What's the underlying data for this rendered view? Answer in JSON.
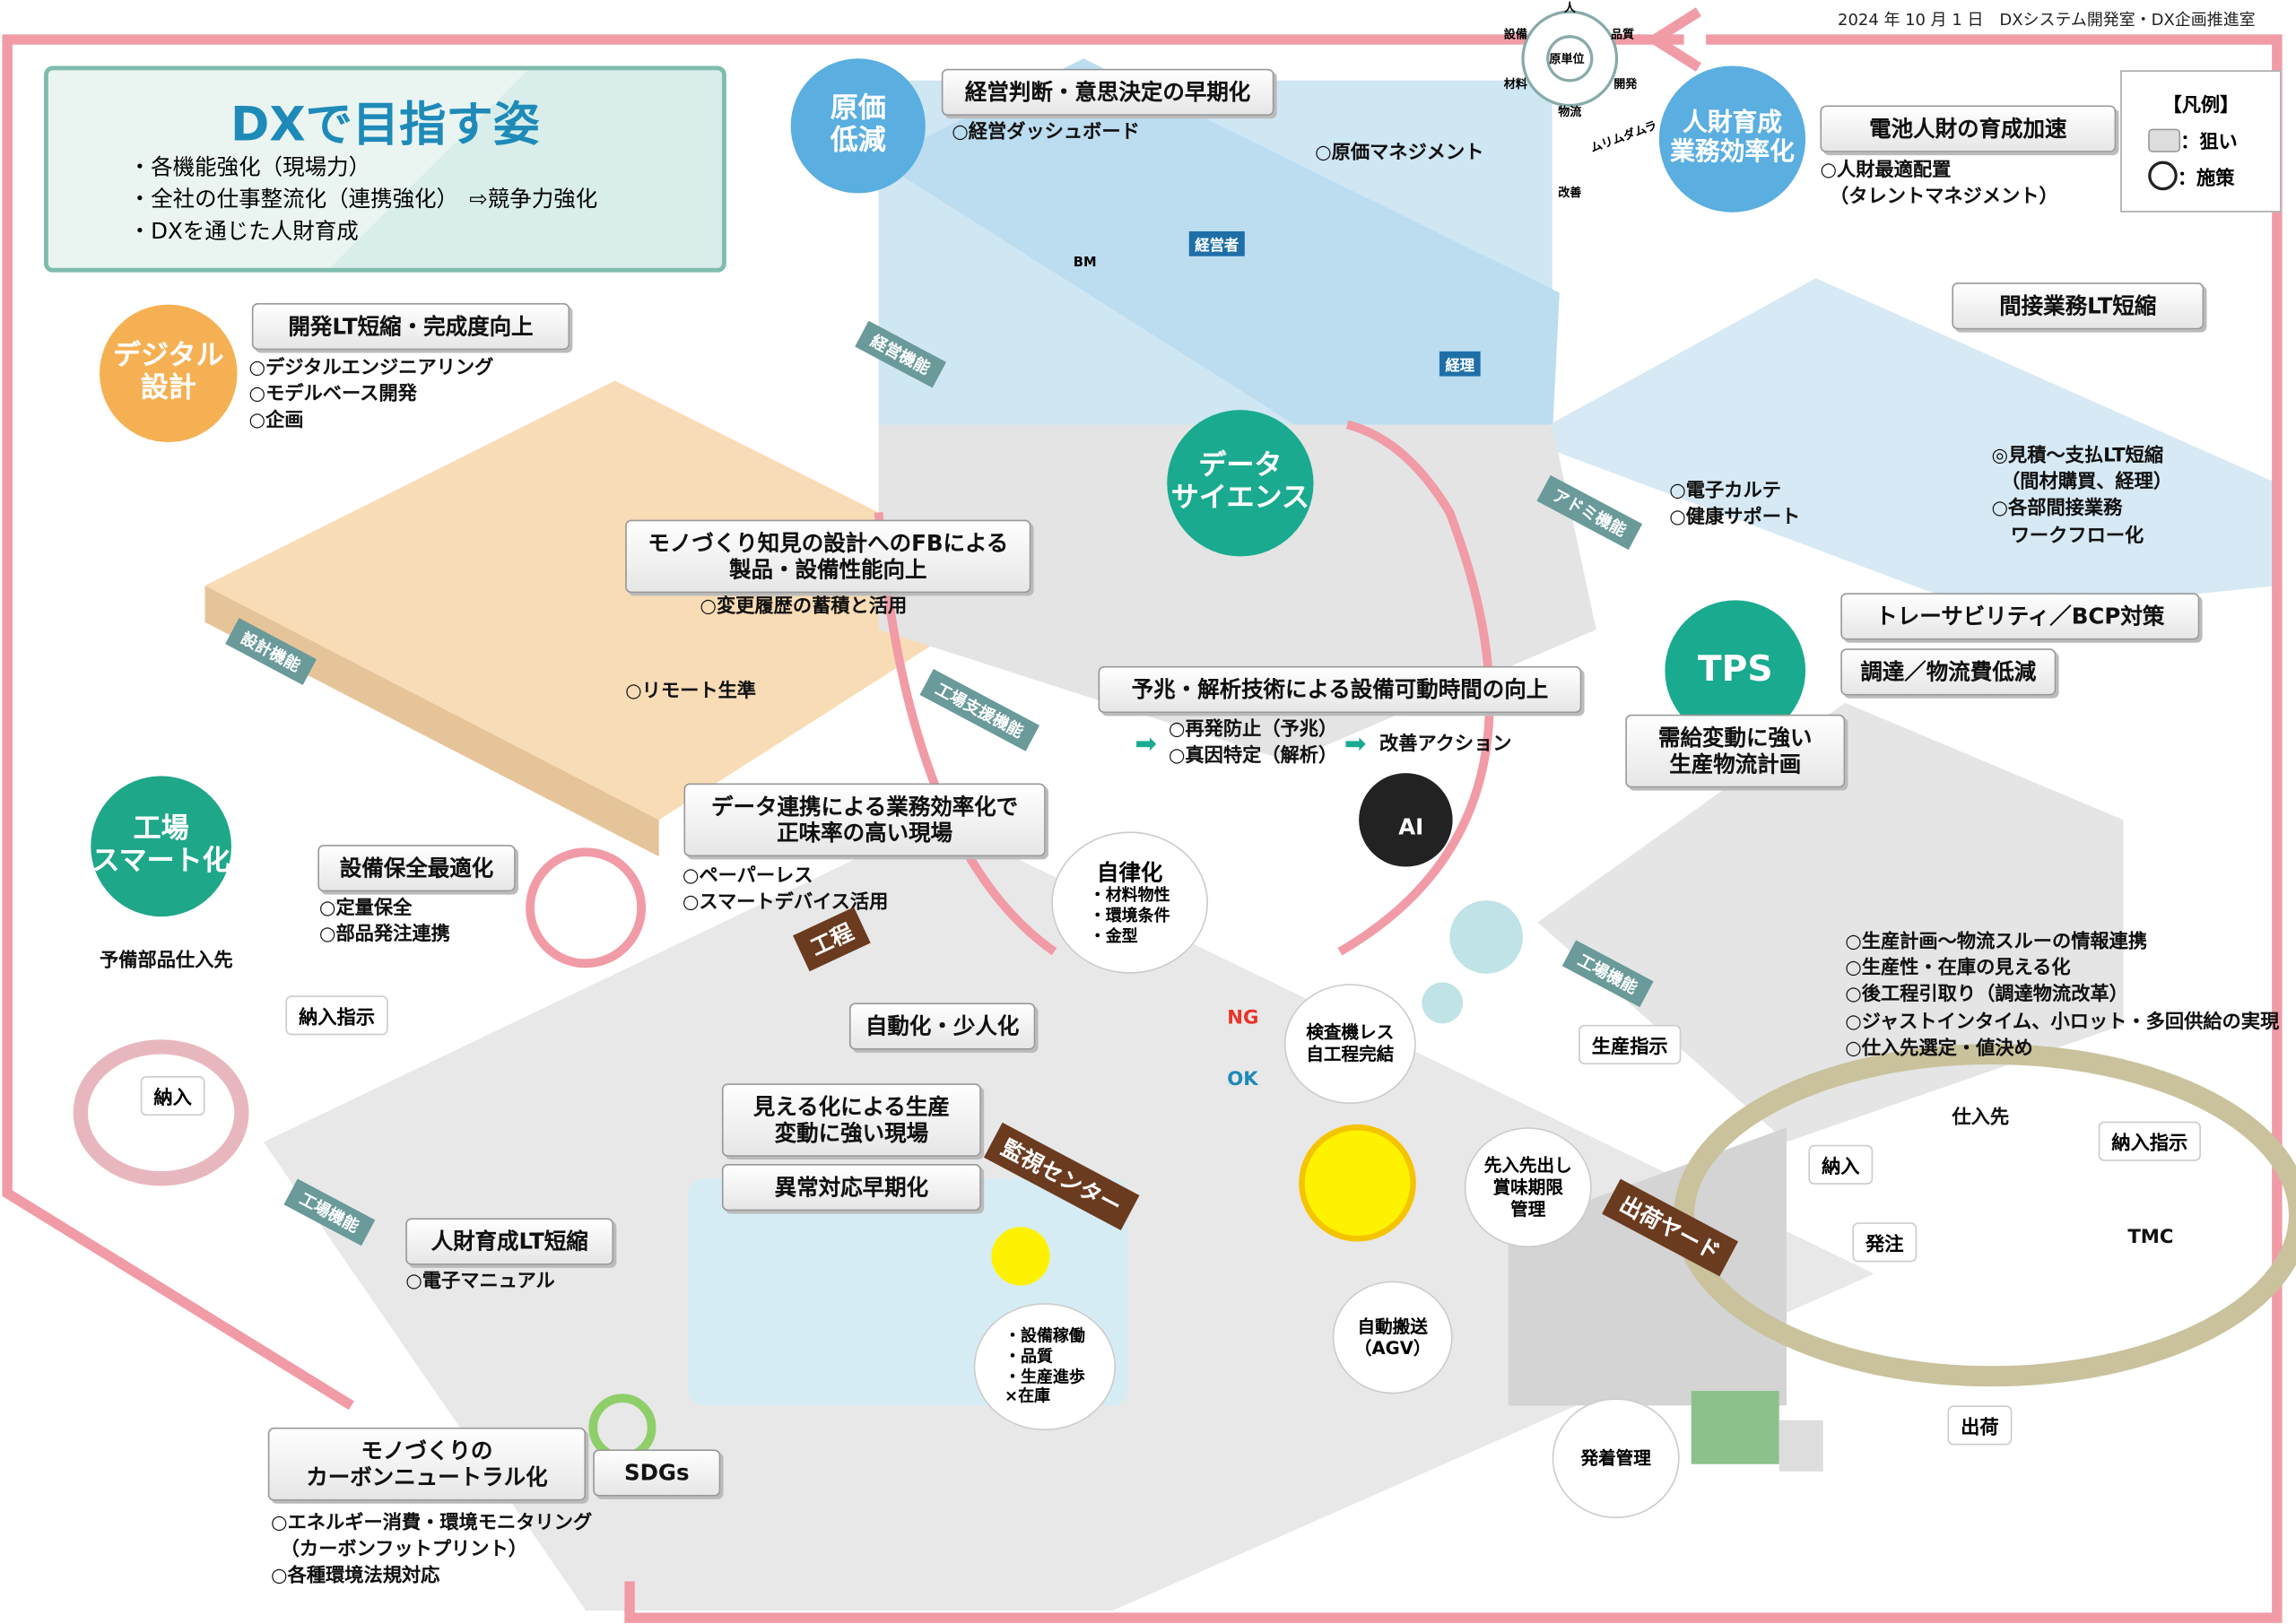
{
  "header": {
    "date_org": "2024 年 10 月 1 日　DXシステム開発室・DX企画推進室"
  },
  "title_panel": {
    "title": "DXで目指す姿",
    "points": [
      "・各機能強化（現場力）",
      "・全社の仕事整流化（連携強化）　⇨競争力強化",
      "・DXを通じた人財育成"
    ]
  },
  "legend": {
    "title": "【凡例】",
    "goal": "：狙い",
    "measure": "：施策"
  },
  "gentani": {
    "center": "原単位",
    "items": [
      "人",
      "品質",
      "開発",
      "物流",
      "材料",
      "設備"
    ],
    "muri": "ムリムダムラ",
    "kaizen": "改善"
  },
  "circles": {
    "cost": "原価\n低減",
    "hr": "人財育成\n業務効率化",
    "digital": "デジタル\n設計",
    "data": "データ\nサイエンス",
    "tps": "TPS",
    "smart": "工場\nスマート化"
  },
  "labels": {
    "mgmt": "経営判断・意思決定の早期化",
    "battery": "電池人財の育成加速",
    "devlt": "開発LT短縮・完成度向上",
    "indirect": "間接業務LT短縮",
    "fb": "モノづくり知見の設計へのFBによる\n製品・設備性能向上",
    "predict": "予兆・解析技術による設備可動時間の向上",
    "trace": "トレーサビリティ／BCP対策",
    "procure": "調達／物流費低減",
    "demand": "需給変動に強い\n生産物流計画",
    "datalink": "データ連携による業務効率化で\n正味率の高い現場",
    "maint": "設備保全最適化",
    "auto": "自動化・少人化",
    "visual": "見える化による生産\n変動に強い現場",
    "anomaly": "異常対応早期化",
    "hrlt": "人財育成LT短縮",
    "carbon": "モノづくりの\nカーボンニュートラル化",
    "sdgs": "SDGs"
  },
  "lists": {
    "mgmt": [
      "○経営ダッシュボード"
    ],
    "cost_mgmt": [
      "○原価マネジメント"
    ],
    "battery": [
      "○人財最適配置",
      "　（タレントマネジメント）"
    ],
    "devlt": [
      "○デジタルエンジニアリング",
      "○モデルベース開発",
      "○企画"
    ],
    "history": [
      "○変更履歴の蓄積と活用"
    ],
    "remote": [
      "○リモート生準"
    ],
    "health": [
      "○電子カルテ",
      "○健康サポート"
    ],
    "indirect": [
      "◎見積～支払LT短縮",
      "　（間材購買、経理）",
      "○各部間接業務",
      "　ワークフロー化"
    ],
    "predict": [
      "○再発防止（予兆）",
      "○真因特定（解析）"
    ],
    "kaizen_action": "改善アクション",
    "datalink": [
      "○ペーパーレス",
      "○スマートデバイス活用"
    ],
    "maint": [
      "○定量保全",
      "○部品発注連携"
    ],
    "hrlt": [
      "○電子マニュアル"
    ],
    "tps": [
      "○生産計画～物流スルーの情報連携",
      "○生産性・在庫の見える化",
      "○後工程引取り（調達物流改革）",
      "○ジャストインタイム、小ロット・多回供給の実現",
      "○仕入先選定・値決め"
    ],
    "carbon": [
      "○エネルギー消費・環境モニタリング",
      "　（カーボンフットプリント）",
      "○各種環境法規対応"
    ]
  },
  "bubbles": {
    "autonomy_title": "自律化",
    "autonomy": "・材料物性\n・環境条件\n・金型",
    "inspection": "検査機レス\n自工程完結",
    "monitor": "・設備稼働\n・品質\n・生産進歩\n×在庫",
    "fifo": "先入先出し\n賞味期限\n管理",
    "agv": "自動搬送\n（AGV）",
    "dispatch": "発着管理"
  },
  "tags": {
    "mgmt": "経営機能",
    "design": "設計機能",
    "support": "工場支援機能",
    "admin": "アドミ機能",
    "factory": "工場機能",
    "plant2": "工場機能",
    "executive": "経営者",
    "accounting": "経理",
    "ai": "AI",
    "ng": "NG",
    "ok": "OK",
    "bm": "BM"
  },
  "signs": {
    "process": "工程",
    "monitor_center": "監視センター",
    "yard": "出荷ヤード"
  },
  "logistics": {
    "spare": "予備部品仕入先",
    "delivery_order_left": "納入指示",
    "delivery_left": "納入",
    "production_order": "生産指示",
    "supplier": "仕入先",
    "delivery_right": "納入",
    "order": "発注",
    "delivery_order_right": "納入指示",
    "tmc": "TMC",
    "shipping": "出荷"
  },
  "colors": {
    "pink": "#f19ba6",
    "blue": "#5aaee0",
    "orange": "#f5b053",
    "teal": "#1aaa8f",
    "green_teal": "#1fa78a"
  }
}
